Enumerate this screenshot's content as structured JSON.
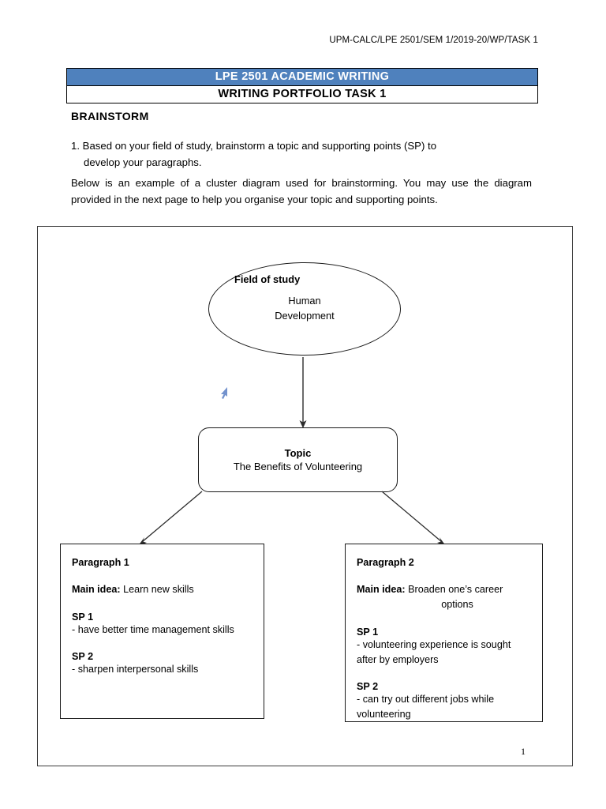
{
  "header": {
    "course_code_line": "UPM-CALC/LPE 2501/SEM 1/2019-20/WP/TASK 1"
  },
  "title_block": {
    "primary": "LPE 2501 ACADEMIC WRITING",
    "secondary": "WRITING PORTFOLIO TASK 1",
    "primary_bg": "#4f81bd",
    "primary_color": "#ffffff"
  },
  "content": {
    "section_heading": "BRAINSTORM",
    "instruction_1_line1": "1. Based on your field of study, brainstorm a topic and supporting points (SP) to",
    "instruction_1_line2": "develop your paragraphs.",
    "instruction_2": "Below is an example of a cluster diagram used for brainstorming. You may use the diagram provided in the next page to help you organise your topic and supporting points."
  },
  "diagram": {
    "field_of_study": {
      "label": "Field of study",
      "value_line1": "Human",
      "value_line2": "Development"
    },
    "topic": {
      "label": "Topic",
      "value": "The Benefits of Volunteering"
    },
    "paragraphs": [
      {
        "title": "Paragraph 1",
        "main_idea_label": "Main idea:",
        "main_idea_line1": "Learn new skills",
        "main_idea_line2": "",
        "sp": [
          {
            "label": "SP 1",
            "text": "- have better time management skills"
          },
          {
            "label": "SP 2",
            "text": "- sharpen interpersonal skills"
          }
        ]
      },
      {
        "title": "Paragraph 2",
        "main_idea_label": "Main idea:",
        "main_idea_line1": "Broaden one’s career",
        "main_idea_line2": "options",
        "sp": [
          {
            "label": "SP 1",
            "text": "- volunteering experience is sought after by employers"
          },
          {
            "label": "SP 2",
            "text": "- can try out different jobs while volunteering"
          }
        ]
      }
    ]
  },
  "footer": {
    "page_number": "1"
  }
}
